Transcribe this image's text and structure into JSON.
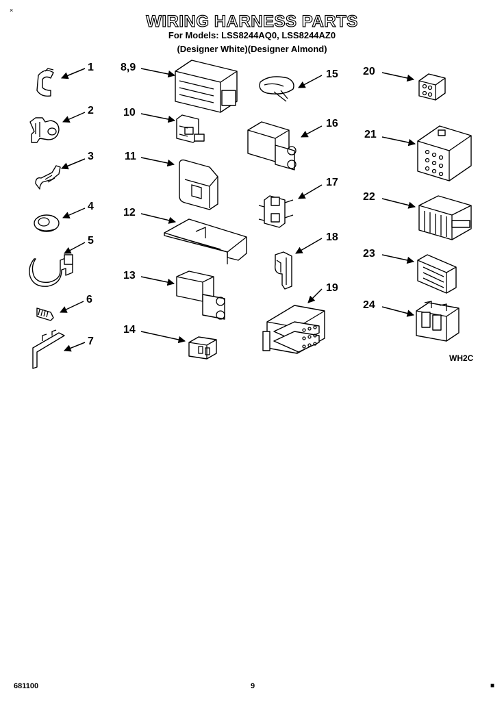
{
  "corner_mark": "×",
  "title": "WIRING HARNESS PARTS",
  "models_line": "For Models: LSS8244AQ0, LSS8244AZ0",
  "designs_line": "(Designer White)(Designer Almond)",
  "part_numbers": [
    "1",
    "2",
    "3",
    "4",
    "5",
    "6",
    "7",
    "8,9",
    "10",
    "11",
    "12",
    "13",
    "14",
    "15",
    "16",
    "17",
    "18",
    "19",
    "20",
    "21",
    "22",
    "23",
    "24"
  ],
  "diagram_code": "WH2C",
  "footer": {
    "left_code": "681100",
    "page_number": "9",
    "right_mark": "■"
  }
}
